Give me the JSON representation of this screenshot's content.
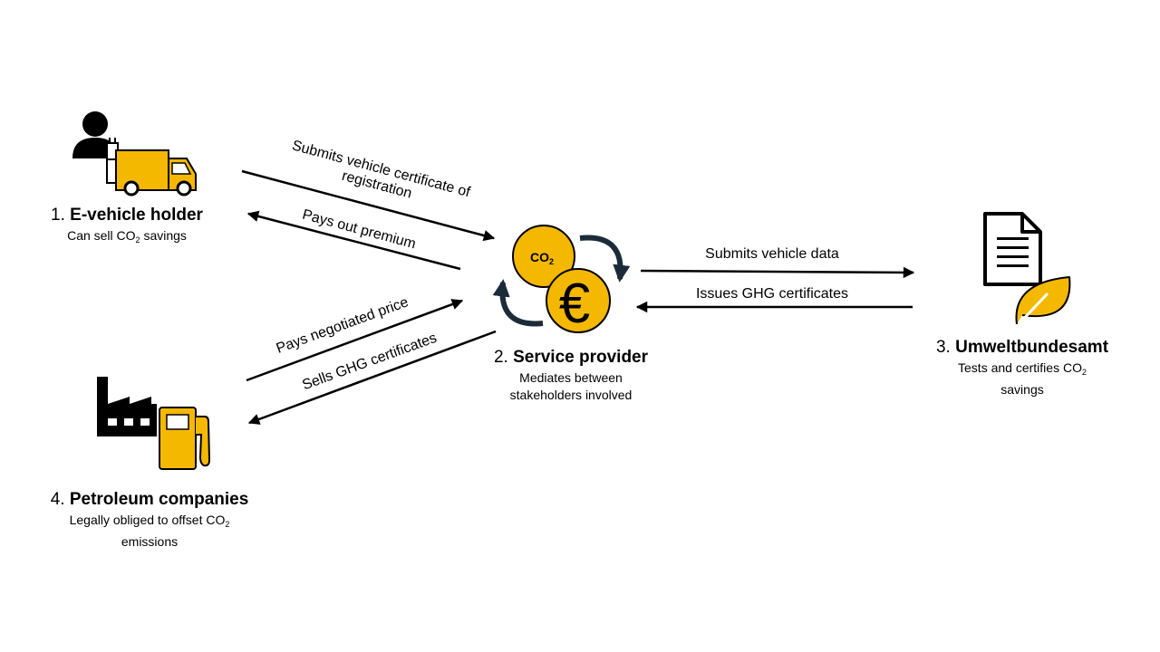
{
  "colors": {
    "accent": "#f5b800",
    "ink": "#000000",
    "cycle_arrow": "#1c2b3a"
  },
  "icons": {
    "ev_holder": [
      "person-icon",
      "electric-truck-icon"
    ],
    "service_provider": [
      "co2-coin-icon",
      "euro-coin-icon",
      "cycle-arrows-icon"
    ],
    "umweltbundesamt": [
      "document-icon",
      "leaf-icon"
    ],
    "petroleum": [
      "factory-icon",
      "fuel-pump-icon"
    ]
  },
  "nodes": {
    "ev_holder": {
      "num": "1.",
      "name": "E-vehicle holder",
      "desc_before": "Can sell CO",
      "desc_sub": "2",
      "desc_after": " savings"
    },
    "service_provider": {
      "num": "2.",
      "name": "Service provider",
      "desc_line1": "Mediates between",
      "desc_line2": "stakeholders involved",
      "coin_co2": "CO",
      "coin_co2_sub": "2",
      "coin_euro": "€"
    },
    "umweltbundesamt": {
      "num": "3.",
      "name": "Umweltbundesamt",
      "desc_before": "Tests and certifies CO",
      "desc_sub": "2",
      "desc_line2": "savings"
    },
    "petroleum": {
      "num": "4.",
      "name": "Petroleum companies",
      "desc_before": "Legally obliged to offset CO",
      "desc_sub": "2",
      "desc_line2": "emissions"
    }
  },
  "edges": {
    "submits_certificate": {
      "line1": "Submits vehicle certificate of",
      "line2": "registration"
    },
    "pays_premium": "Pays out premium",
    "submits_data": "Submits vehicle data",
    "issues_certificates": "Issues GHG certificates",
    "pays_price": "Pays negotiated price",
    "sells_certificates": "Sells GHG certificates"
  }
}
